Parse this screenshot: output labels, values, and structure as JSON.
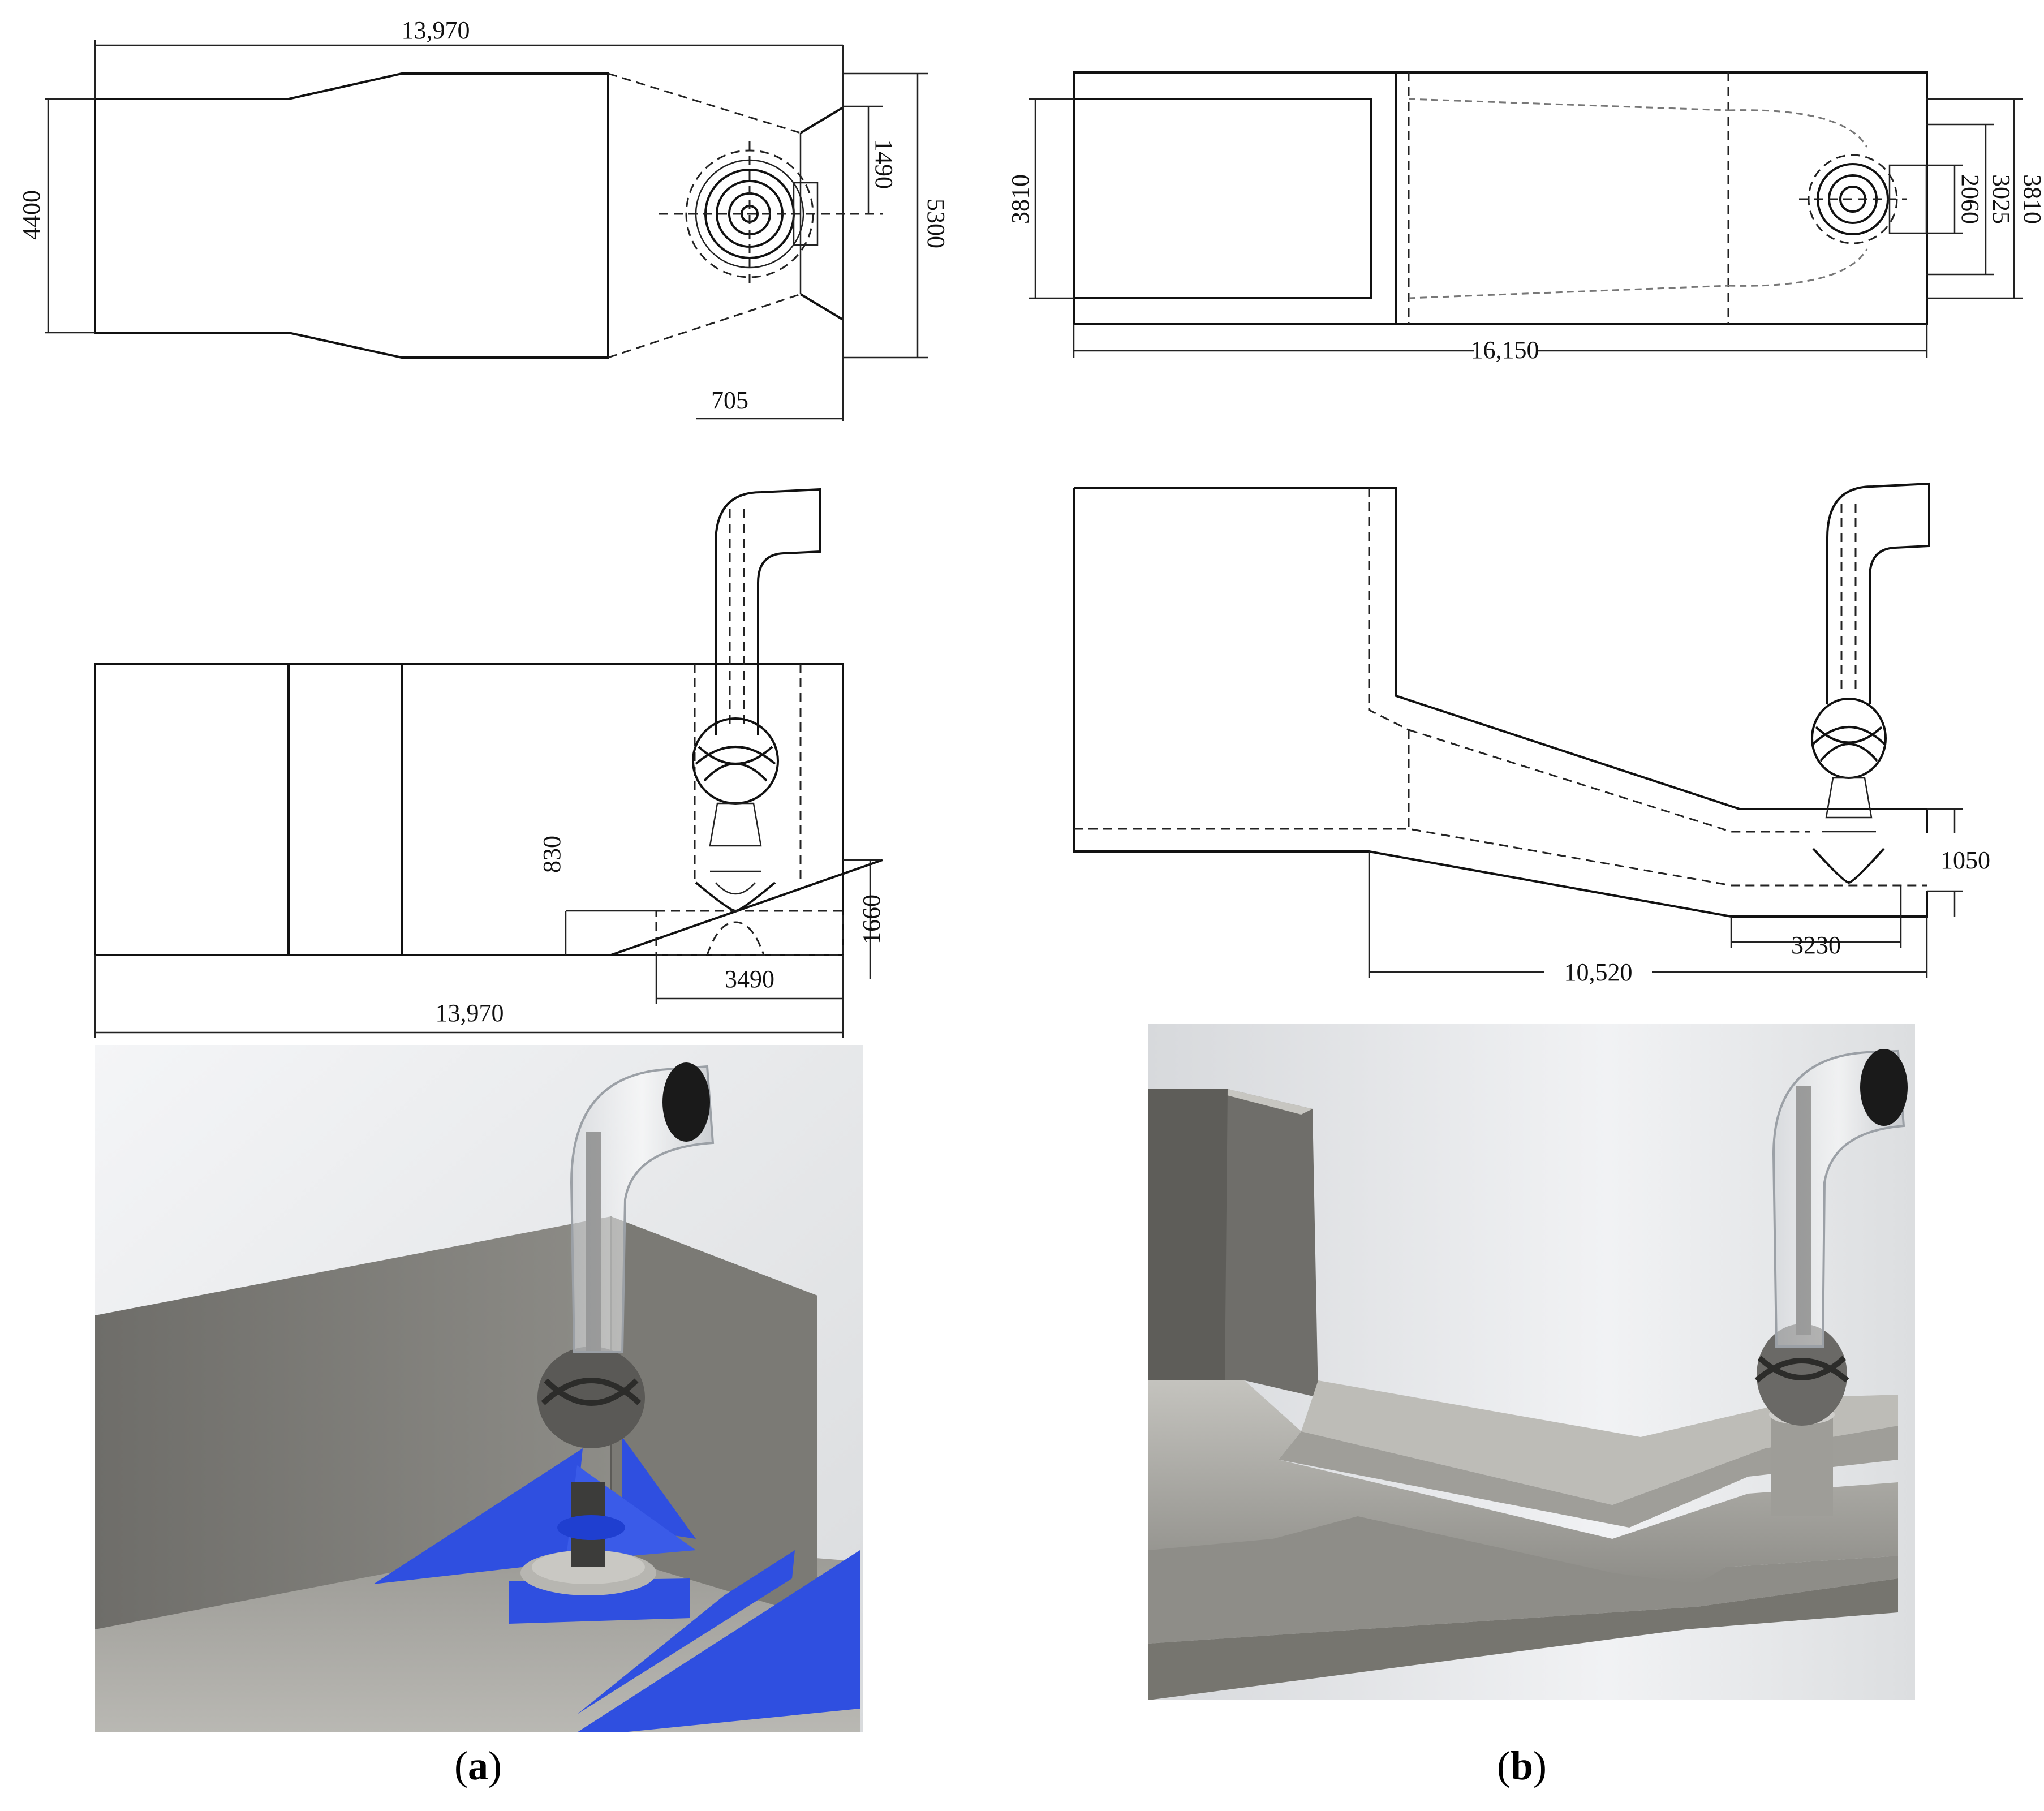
{
  "panel_a": {
    "top_view": {
      "overall_length": "13,970",
      "inlet_width": "4400",
      "outlet_width": "5300",
      "bellmouth_offset": "1490",
      "wall_clearance": "705"
    },
    "side_view": {
      "bell_height": "830",
      "floor_height": "1660",
      "sump_length": "3490",
      "overall_length": "13,970"
    },
    "caption_letter": "a",
    "caption_open": "(",
    "caption_close": ")"
  },
  "panel_b": {
    "top_view": {
      "inlet_width": "3810",
      "bellmouth_width": "2060",
      "outlet_width": "3025",
      "outer_width": "3810",
      "overall_length": "16,150"
    },
    "side_view": {
      "step_height": "1050",
      "sump_length": "3230",
      "ramp_length": "10,520"
    },
    "caption_letter": "b",
    "caption_open": "(",
    "caption_close": ")"
  },
  "colors": {
    "line": "#111111",
    "render_wall": "#8a8984",
    "render_floor": "#a8a7a2",
    "anti_vortex_blue": "#2f4fe0",
    "background_render": "#e6e8ea"
  },
  "icons": [
    "pump-impeller-icon",
    "intake-pipe-icon"
  ]
}
